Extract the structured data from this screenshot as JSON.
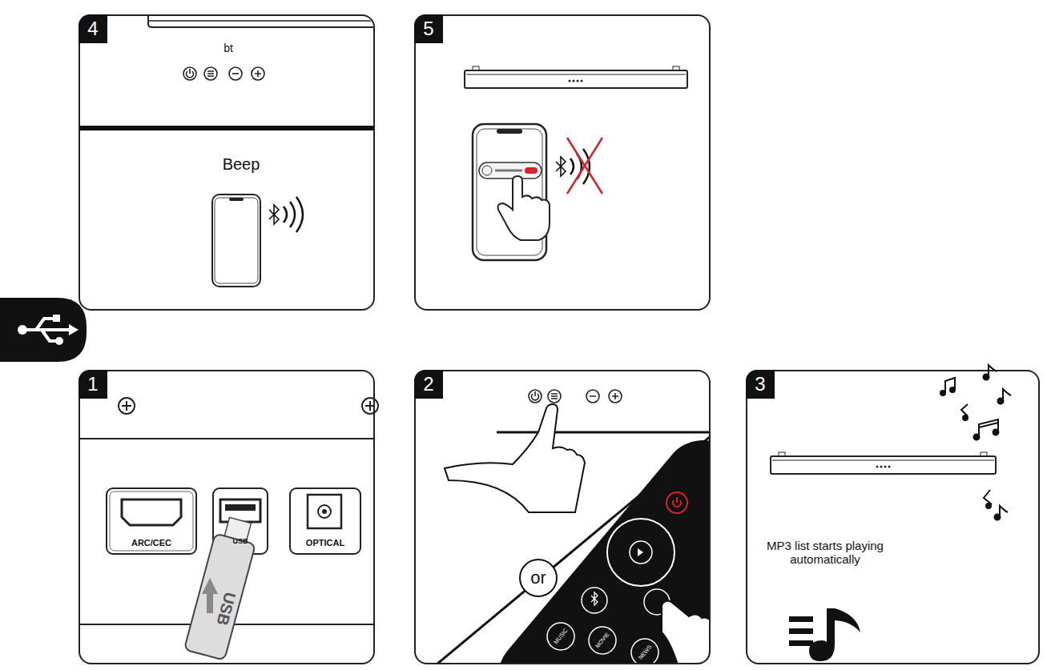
{
  "diagram": {
    "nodes": [
      {
        "text": [
          "4",
          "bt",
          "Beep"
        ]
      },
      {
        "text": [
          "5"
        ]
      },
      {
        "text": [
          "1",
          "ARC/CEC",
          "USB",
          "OPTICAL",
          "USB"
        ]
      },
      {
        "text": [
          "2",
          "or",
          "MUSIC",
          "MOVIE",
          "NEWS"
        ]
      },
      {
        "text": [
          "3",
          "MP3 list starts playing automatically"
        ]
      }
    ]
  }
}
